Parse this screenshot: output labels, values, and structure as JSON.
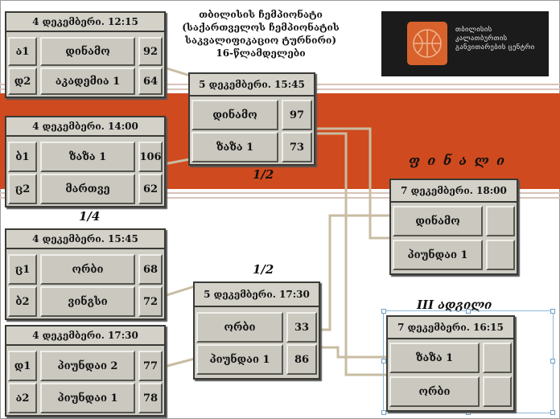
{
  "title": {
    "line1": "თბილისის ჩემპიონატი",
    "line2": "(საქართველოს ჩემპიონატის",
    "line3": "საკვალიფიკაციო ტურნირი)",
    "line4": "16-წლამდელები"
  },
  "logo": {
    "text": "თბილისის კალათბურთის განვითარების ცენტრი",
    "colors": {
      "mark": "#d8622c",
      "background": "#1b1b1b"
    }
  },
  "colors": {
    "band": "#cf4a1e",
    "box": "#cfcdc4",
    "connector": "#c8bca2",
    "selection": "#8fb7d6"
  },
  "labels": {
    "quarter": "1/4",
    "semi_top": "1/2",
    "semi_bottom": "1/2",
    "final": "ფ ი ნ ა ლ ი",
    "third_place": "III ადგილი"
  },
  "quarterfinals": [
    {
      "date": "4 დეკემბერი. 12:15",
      "rows": [
        {
          "seed": "ა1",
          "team": "დინამო",
          "score": "92"
        },
        {
          "seed": "დ2",
          "team": "აკადემია 1",
          "score": "64"
        }
      ]
    },
    {
      "date": "4 დეკემბერი. 14:00",
      "rows": [
        {
          "seed": "ბ1",
          "team": "ზაზა 1",
          "score": "106"
        },
        {
          "seed": "ც2",
          "team": "მართვე",
          "score": "62"
        }
      ]
    },
    {
      "date": "4 დეკემბერი. 15:45",
      "rows": [
        {
          "seed": "ც1",
          "team": "ორბი",
          "score": "68"
        },
        {
          "seed": "ბ2",
          "team": "ვინგსი",
          "score": "72"
        }
      ]
    },
    {
      "date": "4 დეკემბერი. 17:30",
      "rows": [
        {
          "seed": "დ1",
          "team": "პიუნდაი 2",
          "score": "77"
        },
        {
          "seed": "ა2",
          "team": "პიუნდაი 1",
          "score": "78"
        }
      ]
    }
  ],
  "semifinals": [
    {
      "date": "5 დეკემბერი. 15:45",
      "rows": [
        {
          "team": "დინამო",
          "score": "97"
        },
        {
          "team": "ზაზა 1",
          "score": "73"
        }
      ]
    },
    {
      "date": "5 დეკემბერი. 17:30",
      "rows": [
        {
          "team": "ორბი",
          "score": "33"
        },
        {
          "team": "პიუნდაი 1",
          "score": "86"
        }
      ]
    }
  ],
  "final": {
    "date": "7 დეკემბერი. 18:00",
    "rows": [
      {
        "team": "დინამო",
        "score": ""
      },
      {
        "team": "პიუნდაი 1",
        "score": ""
      }
    ]
  },
  "third_place_game": {
    "date": "7 დეკემბერი. 16:15",
    "rows": [
      {
        "team": "ზაზა 1",
        "score": ""
      },
      {
        "team": "ორბი",
        "score": ""
      }
    ]
  }
}
